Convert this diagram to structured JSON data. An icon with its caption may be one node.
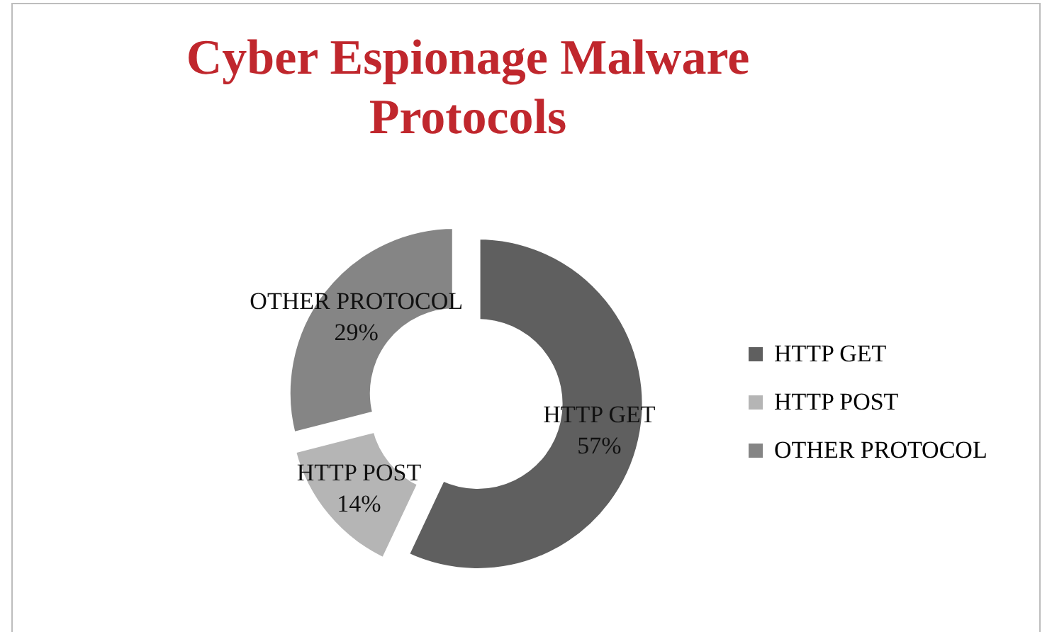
{
  "diagram": {
    "title": "Cyber Espionage Malware Protocols",
    "chart_data": {
      "type": "donut",
      "categories": [
        "HTTP GET",
        "HTTP POST",
        "OTHER PROTOCOL"
      ],
      "series": [
        {
          "values": [
            57,
            14,
            29
          ],
          "colors": [
            "#5f5f5f",
            "#b5b5b5",
            "#858585"
          ]
        }
      ],
      "value_labels": [
        "57%",
        "14%",
        "29%"
      ]
    },
    "legend": [
      {
        "text": "HTTP GET",
        "color": "#5f5f5f"
      },
      {
        "text": "HTTP POST",
        "color": "#b5b5b5"
      },
      {
        "text": "OTHER PROTOCOL",
        "color": "#858585"
      }
    ]
  }
}
